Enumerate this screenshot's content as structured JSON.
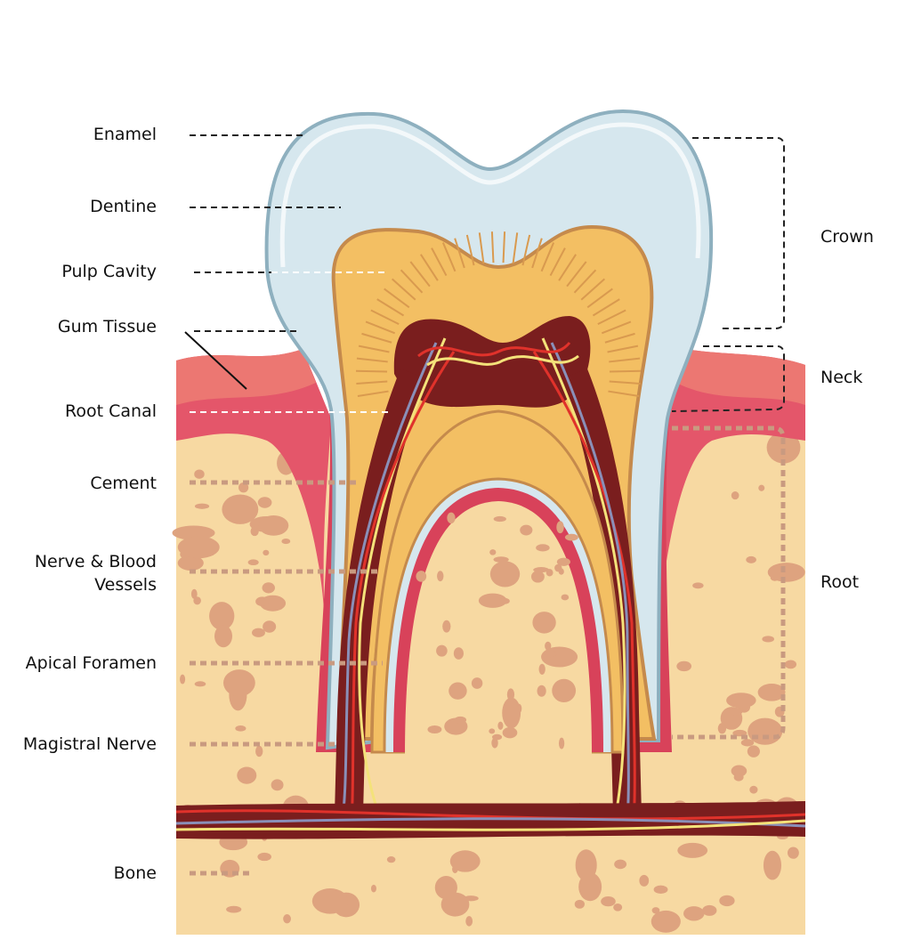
{
  "diagram": {
    "left_labels": [
      {
        "id": "enamel",
        "text": "Enamel"
      },
      {
        "id": "dentine",
        "text": "Dentine"
      },
      {
        "id": "pulp-cavity",
        "text": "Pulp Cavity"
      },
      {
        "id": "gum-tissue",
        "text": "Gum Tissue"
      },
      {
        "id": "root-canal",
        "text": "Root Canal"
      },
      {
        "id": "cement",
        "text": "Cement"
      },
      {
        "id": "nerve-blood-vessels",
        "text": "Nerve & Blood\nVessels",
        "line1": "Nerve & Blood",
        "line2": "Vessels"
      },
      {
        "id": "apical-foramen",
        "text": "Apical Foramen"
      },
      {
        "id": "magistral-nerve",
        "text": "Magistral Nerve"
      },
      {
        "id": "bone",
        "text": "Bone"
      }
    ],
    "right_labels": [
      {
        "id": "crown",
        "text": "Crown"
      },
      {
        "id": "neck",
        "text": "Neck"
      },
      {
        "id": "root",
        "text": "Root"
      }
    ]
  },
  "colors": {
    "enamel": "#d6e7ee",
    "enamel_outline": "#8eb0bf",
    "pulp": "#f3bf63",
    "pulp_outline": "#c58a4c",
    "pulp_core": "#7a1e1e",
    "gum": "#e4566a",
    "gum_light": "#ec7772",
    "bone": "#f7d9a2",
    "bone_spot": "#dea37f",
    "nerve": "#f4e27a",
    "artery": "#e0322b",
    "vein": "#8a8fb8"
  }
}
